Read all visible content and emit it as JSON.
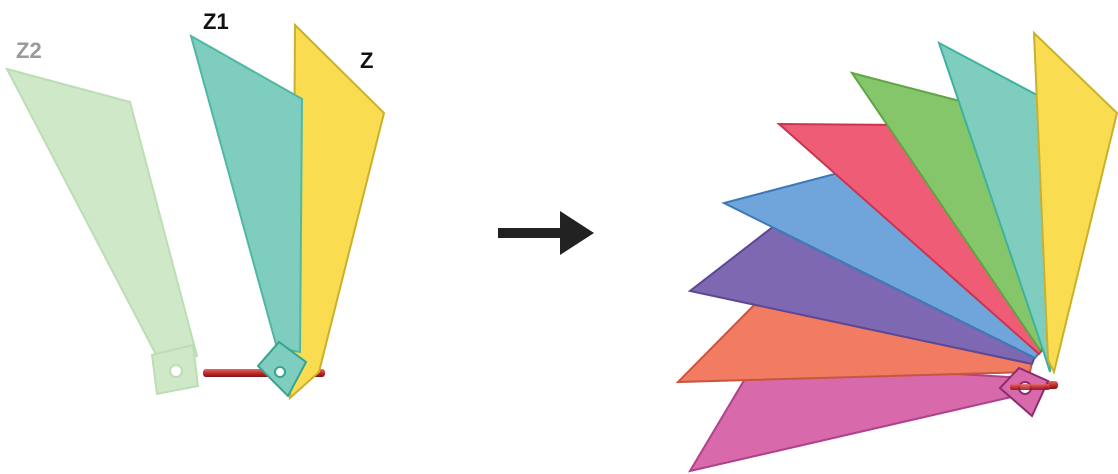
{
  "labels": {
    "z": "Z",
    "z1": "Z1",
    "z2": "Z2"
  },
  "colors": {
    "z_yellow": "#f9dc4f",
    "z1_teal": "#7fcdbf",
    "z2_light_green": "#cde7c6",
    "green": "#86c66b",
    "red": "#ef5c75",
    "blue": "#6fa5da",
    "purple": "#7f68b2",
    "orange": "#f27c62",
    "magenta": "#d86aab",
    "axis_rod": "#c42b2b",
    "arrow": "#222222",
    "z2_label": "#9a9a9a",
    "label": "#111111"
  },
  "right_fan_order": [
    "magenta",
    "orange",
    "purple",
    "blue",
    "red",
    "green",
    "z1_teal",
    "z_yellow"
  ]
}
